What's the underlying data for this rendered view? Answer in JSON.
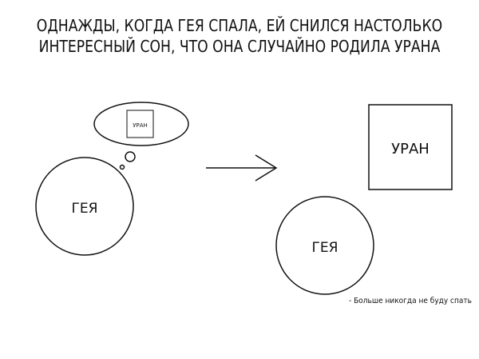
{
  "title": {
    "line1": "ОДНАЖДЫ, КОГДА ГЕЯ СПАЛА, ЕЙ СНИЛСЯ НАСТОЛЬКО",
    "line2": "ИНТЕРЕСНЫЙ СОН, ЧТО ОНА СЛУЧАЙНО РОДИЛА УРАНА"
  },
  "left_panel": {
    "gaia_label": "ГЕЯ",
    "dream_label": "УРАН"
  },
  "right_panel": {
    "uranus_label": "УРАН",
    "gaia_label": "ГЕЯ"
  },
  "caption": "- Больше никогда не буду спать"
}
